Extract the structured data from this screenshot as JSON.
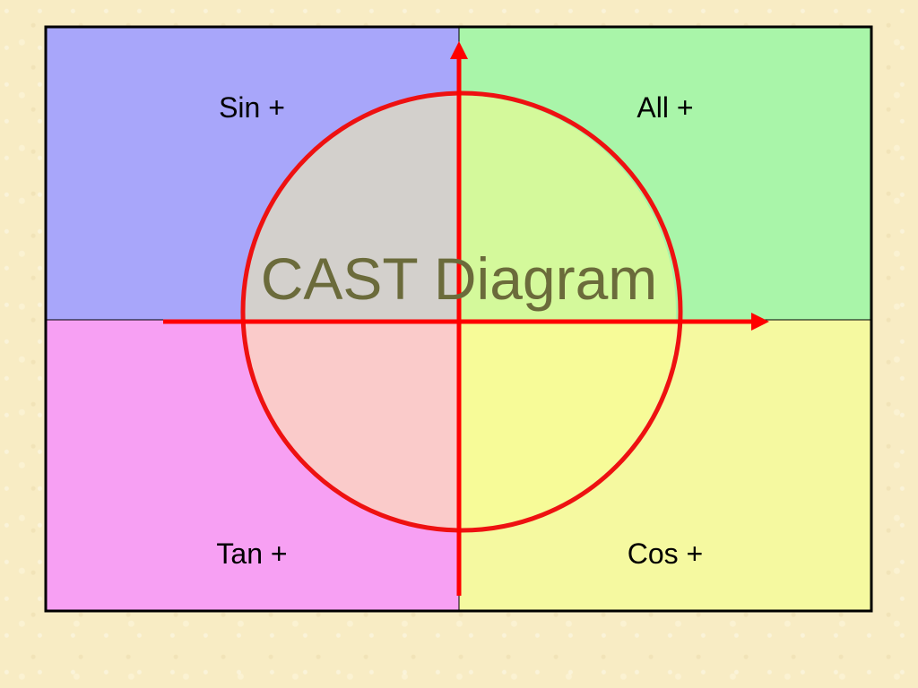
{
  "title": "CAST Diagram",
  "quadrants": {
    "top_left": {
      "label": "Sin +",
      "color": "#a8a6fa"
    },
    "top_right": {
      "label": "All +",
      "color": "#a9f5a9"
    },
    "bottom_left": {
      "label": "Tan +",
      "color": "#f7a0f3"
    },
    "bottom_right": {
      "label": "Cos +",
      "color": "#f5f9a0"
    }
  },
  "circle_fills": {
    "top_left": "#d3d0cc",
    "top_right": "#d4f99b",
    "bottom_left": "#facbca",
    "bottom_right": "#f7fb98"
  },
  "colors": {
    "axis": "#ff0000",
    "circle_stroke": "#ee1111",
    "border": "#000000",
    "title": "#6b6b3b"
  }
}
